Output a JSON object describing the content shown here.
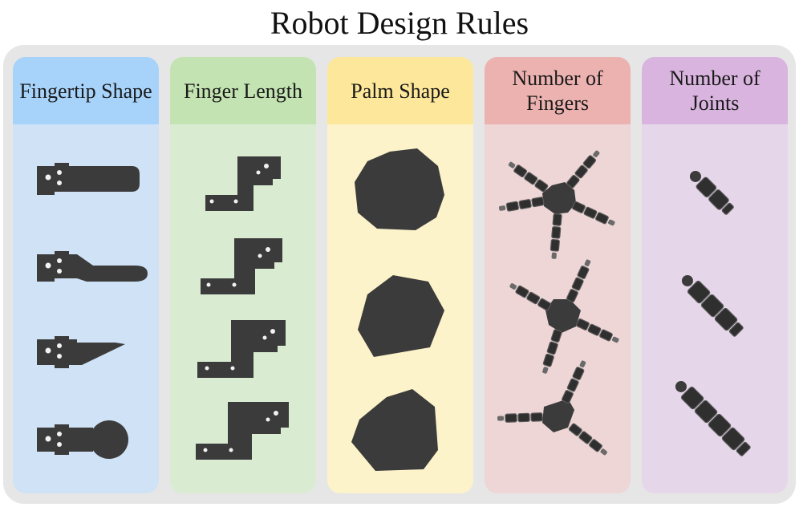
{
  "title": "Robot Design Rules",
  "columns": [
    {
      "id": "fingertip",
      "header": "Fingertip Shape",
      "header_color": "#a7d2fa",
      "body_color": "#d0e2f5"
    },
    {
      "id": "length",
      "header": "Finger Length",
      "header_color": "#c3e4b2",
      "body_color": "#d9ecd2"
    },
    {
      "id": "palm",
      "header": "Palm Shape",
      "header_color": "#fde79a",
      "body_color": "#fcf3cb"
    },
    {
      "id": "num-fingers",
      "header": "Number of Fingers",
      "header_color": "#ecb2b0",
      "body_color": "#eed5d6"
    },
    {
      "id": "num-joints",
      "header": "Number of Joints",
      "header_color": "#d9b4df",
      "body_color": "#e6d6e9"
    }
  ],
  "icons": {
    "fingertip": [
      "flat-fingertip-icon",
      "rounded-cylinder-fingertip-icon",
      "wedge-fingertip-icon",
      "sphere-fingertip-icon"
    ],
    "length": [
      "finger-length-short-icon",
      "finger-length-medium-icon",
      "finger-length-long-icon",
      "finger-length-longest-icon"
    ],
    "palm": [
      "octagon-palm-icon",
      "pentagon-palm-icon",
      "hexagon-palm-icon"
    ],
    "num-fingers": [
      "five-finger-hand-icon",
      "four-finger-hand-icon",
      "three-finger-hand-icon"
    ],
    "num-joints": [
      "two-joint-finger-icon",
      "three-joint-finger-icon",
      "four-joint-finger-icon"
    ]
  },
  "colors": {
    "part": "#3b3b3b",
    "frame": "#e6e6e6"
  }
}
